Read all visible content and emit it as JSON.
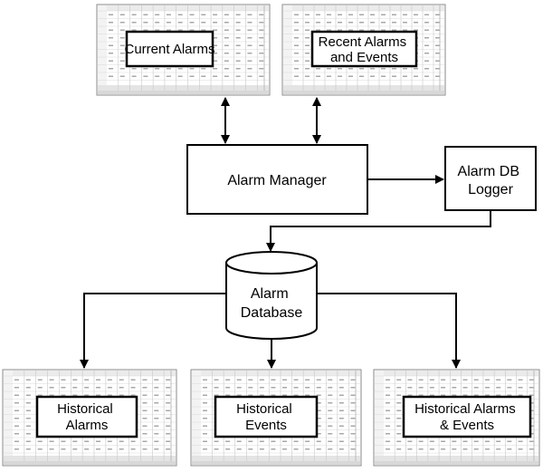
{
  "nodes": {
    "alarm_manager": "Alarm Manager",
    "alarm_db_logger": [
      "Alarm DB",
      "Logger"
    ],
    "alarm_database": [
      "Alarm",
      "Database"
    ]
  },
  "views": {
    "current_alarms": [
      "Current Alarms"
    ],
    "recent_alarms": [
      "Recent Alarms",
      "and Events"
    ],
    "historical_alarms": [
      "Historical",
      "Alarms"
    ],
    "historical_events": [
      "Historical",
      "Events"
    ],
    "historical_alarms_events": [
      "Historical Alarms",
      "& Events"
    ]
  }
}
